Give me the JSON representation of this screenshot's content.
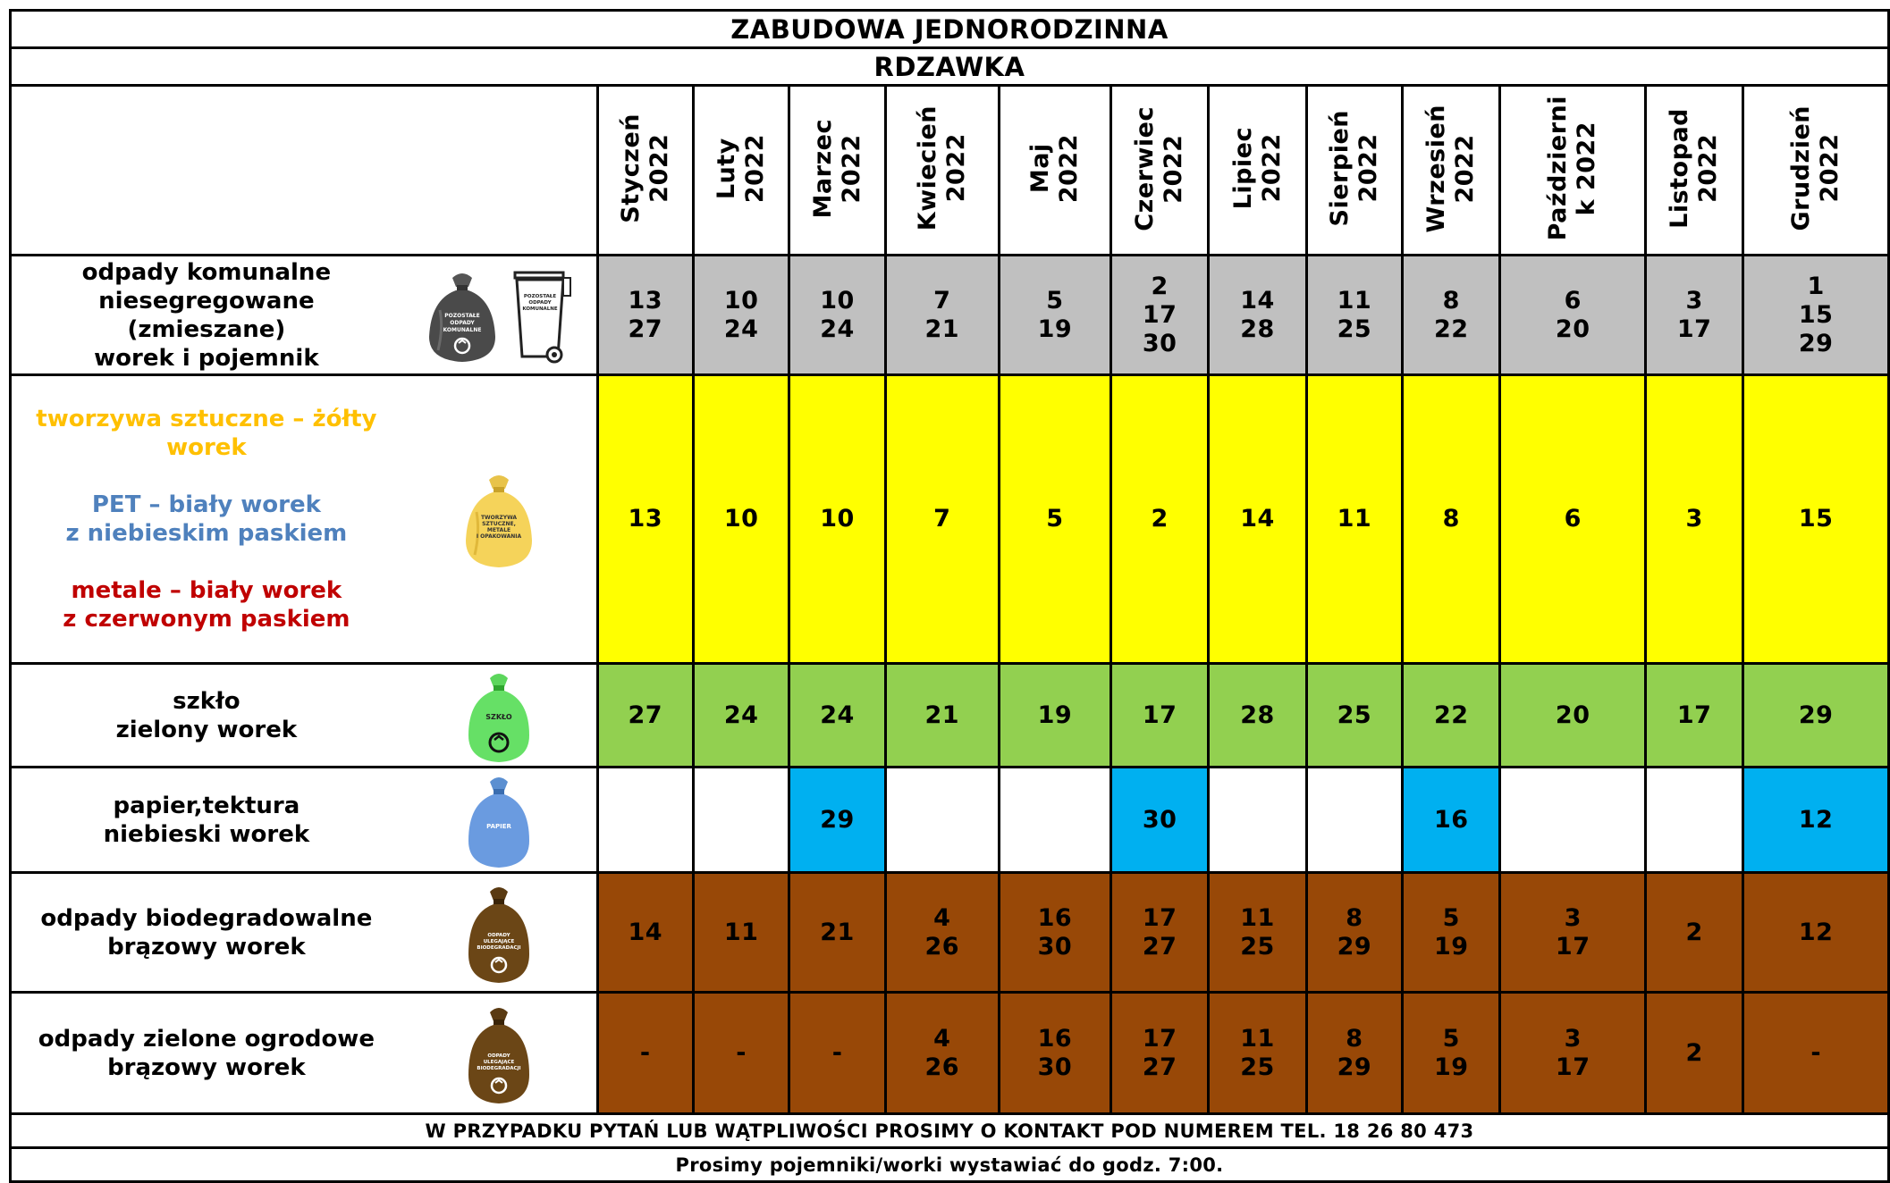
{
  "header": {
    "title": "ZABUDOWA JEDNORODZINNA",
    "subtitle": "RDZAWKA"
  },
  "months": [
    "Styczeń\n2022",
    "Luty\n2022",
    "Marzec\n2022",
    "Kwiecień\n2022",
    "Maj\n2022",
    "Czerwiec\n2022",
    "Lipiec\n2022",
    "Sierpień\n2022",
    "Wrzesień\n2022",
    "Październi\nk 2022",
    "Listopad\n2022",
    "Grudzień\n2022"
  ],
  "rows": {
    "mixed": {
      "label": "odpady komunalne\nniesegregowane\n(zmieszane)\nworek i pojemnik",
      "bag_text": "POZOSTAŁE ODPADY KOMUNALNE",
      "bin_text": "POZOSTAŁE ODPADY KOMUNALNE",
      "days": [
        "13\n27",
        "10\n24",
        "10\n24",
        "7\n21",
        "5\n19",
        "2\n17\n30",
        "14\n28",
        "11\n25",
        "8\n22",
        "6\n20",
        "3\n17",
        "1\n15\n29"
      ]
    },
    "plastic": {
      "label_plastic": "tworzywa sztuczne – żółty\nworek",
      "label_pet": "PET – biały worek\nz niebieskim paskiem",
      "label_metal": "metale – biały worek\nz czerwonym paskiem",
      "bag_text": "TWORZYWA SZTUCZNE, METALE I OPAKOWANIA",
      "days": [
        "13",
        "10",
        "10",
        "7",
        "5",
        "2",
        "14",
        "11",
        "8",
        "6",
        "3",
        "15"
      ]
    },
    "glass": {
      "label": "szkło\nzielony worek",
      "bag_text": "SZKŁO",
      "days": [
        "27",
        "24",
        "24",
        "21",
        "19",
        "17",
        "28",
        "25",
        "22",
        "20",
        "17",
        "29"
      ]
    },
    "paper": {
      "label": "papier,tektura\nniebieski worek",
      "bag_text": "PAPIER",
      "days": [
        "",
        "",
        "29",
        "",
        "",
        "30",
        "",
        "",
        "16",
        "",
        "",
        "12"
      ]
    },
    "bio": {
      "label": "odpady biodegradowalne\nbrązowy worek",
      "bag_text": "ODPADY ULEGAJĄCE BIODEGRADACJI",
      "days": [
        "14",
        "11",
        "21",
        "4\n26",
        "16\n30",
        "17\n27",
        "11\n25",
        "8\n29",
        "5\n19",
        "3\n17",
        "2",
        "12"
      ]
    },
    "garden": {
      "label": "odpady zielone ogrodowe\nbrązowy worek",
      "bag_text": "ODPADY ULEGAJĄCE BIODEGRADACJI",
      "days": [
        "-",
        "-",
        "-",
        "4\n26",
        "16\n30",
        "17\n27",
        "11\n25",
        "8\n29",
        "5\n19",
        "3\n17",
        "2",
        "-"
      ]
    }
  },
  "footer": {
    "contact": "W PRZYPADKU PYTAŃ LUB WĄTPLIWOŚCI PROSIMY O KONTAKT POD NUMEREM TEL. 18 26 80 473",
    "note": "Prosimy pojemniki/worki wystawiać do godz. 7:00."
  },
  "colors": {
    "grey": "#c0c0c0",
    "yellow": "#ffff00",
    "green": "#92d050",
    "blue": "#00b0f0",
    "brown": "#984807"
  }
}
